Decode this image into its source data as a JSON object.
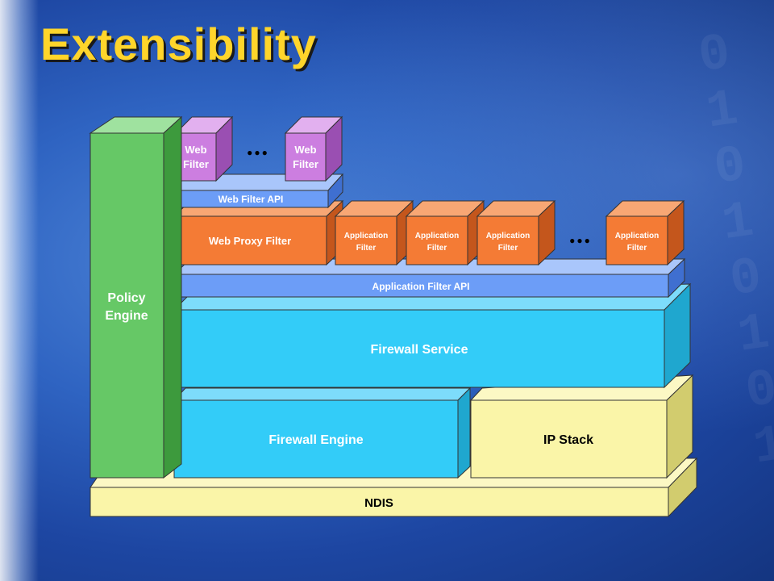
{
  "title": "Extensibility",
  "components": {
    "policy_engine": [
      "Policy",
      "Engine"
    ],
    "web_filter": [
      "Web",
      "Filter"
    ],
    "web_filter_api": "Web Filter API",
    "web_proxy_filter": "Web Proxy Filter",
    "application_filter": [
      "Application",
      "Filter"
    ],
    "application_filter_api": "Application Filter API",
    "firewall_service": "Firewall Service",
    "firewall_engine": "Firewall Engine",
    "ip_stack": "IP Stack",
    "ndis": "NDIS"
  },
  "ellipsis": "●●●",
  "colors": {
    "policy": "#66c866",
    "web_filter": "#cc7ee0",
    "web_filter_api": "#6c9df7",
    "proxy": "#f47b35",
    "app_filter_api": "#6c9df7",
    "firewall": "#33ccf8",
    "ip_stack": "#faf5a8",
    "ndis": "#faf5a8",
    "title": "#ffd52b"
  }
}
